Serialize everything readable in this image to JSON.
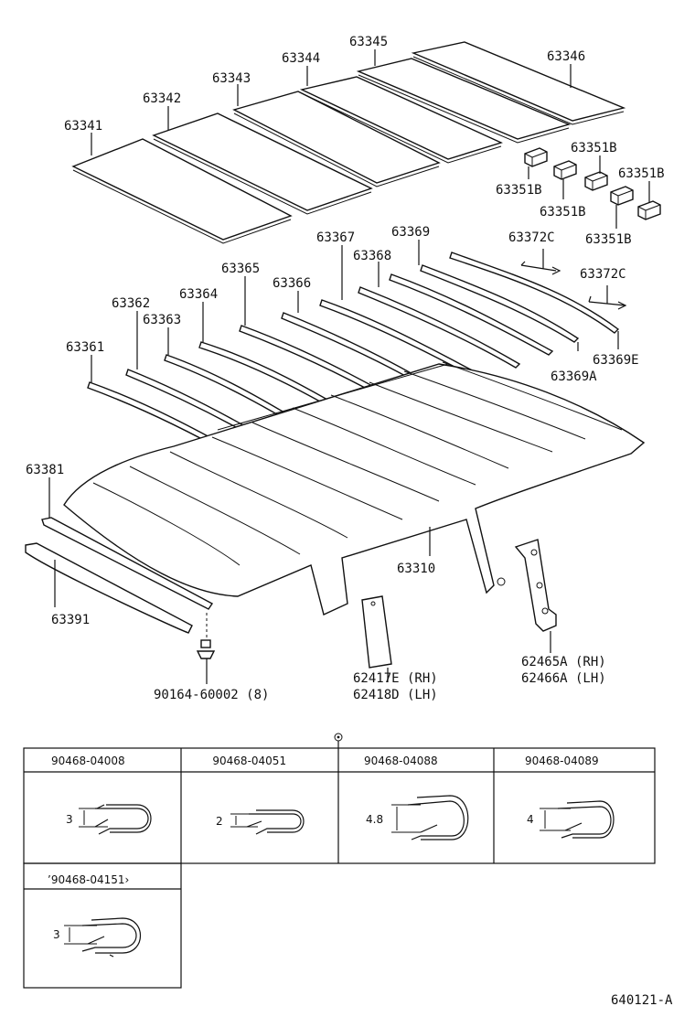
{
  "parts": [
    {
      "id": "63341",
      "label": "63341"
    },
    {
      "id": "63342",
      "label": "63342"
    },
    {
      "id": "63343",
      "label": "63343"
    },
    {
      "id": "63344",
      "label": "63344"
    },
    {
      "id": "63345",
      "label": "63345"
    },
    {
      "id": "63346",
      "label": "63346"
    },
    {
      "id": "63351B_a",
      "label": "63351B"
    },
    {
      "id": "63351B_b",
      "label": "63351B"
    },
    {
      "id": "63351B_c",
      "label": "63351B"
    },
    {
      "id": "63351B_d",
      "label": "63351B"
    },
    {
      "id": "63351B_e",
      "label": "63351B"
    },
    {
      "id": "63372C_a",
      "label": "63372C"
    },
    {
      "id": "63372C_b",
      "label": "63372C"
    },
    {
      "id": "63361",
      "label": "63361"
    },
    {
      "id": "63362",
      "label": "63362"
    },
    {
      "id": "63363",
      "label": "63363"
    },
    {
      "id": "63364",
      "label": "63364"
    },
    {
      "id": "63365",
      "label": "63365"
    },
    {
      "id": "63366",
      "label": "63366"
    },
    {
      "id": "63367",
      "label": "63367"
    },
    {
      "id": "63368",
      "label": "63368"
    },
    {
      "id": "63369",
      "label": "63369"
    },
    {
      "id": "63369E",
      "label": "63369E"
    },
    {
      "id": "63369A",
      "label": "63369A"
    },
    {
      "id": "63381",
      "label": "63381"
    },
    {
      "id": "63391",
      "label": "63391"
    },
    {
      "id": "63310",
      "label": "63310"
    },
    {
      "id": "62417E",
      "label": "62417E (RH)"
    },
    {
      "id": "62418D",
      "label": "62418D (LH)"
    },
    {
      "id": "62465A",
      "label": "62465A (RH)"
    },
    {
      "id": "62466A",
      "label": "62466A (LH)"
    },
    {
      "id": "90164",
      "label": "90164-60002 (8)"
    }
  ],
  "clips": [
    {
      "part": "90468-04008",
      "dim": "3"
    },
    {
      "part": " 90468-04051",
      "dim": "2"
    },
    {
      "part": "90468-04088",
      "dim": "4.8"
    },
    {
      "part": "90468-04089",
      "dim": "4"
    },
    {
      "part": "’90468-04151›",
      "dim": "3"
    }
  ],
  "figure_code": "640121-A"
}
